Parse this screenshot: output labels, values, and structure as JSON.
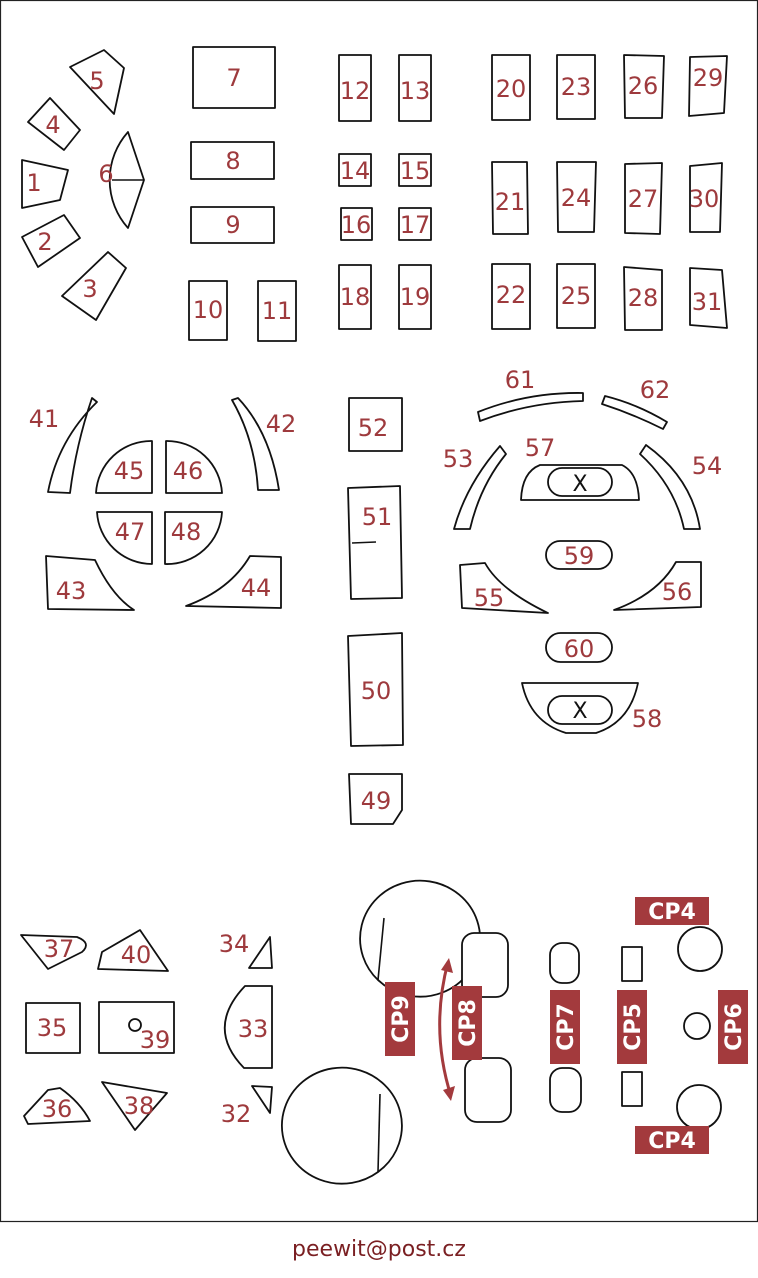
{
  "footer": "peewit@post.cz",
  "labels": {
    "p1": "1",
    "p2": "2",
    "p3": "3",
    "p4": "4",
    "p5": "5",
    "p6": "6",
    "p7": "7",
    "p8": "8",
    "p9": "9",
    "p10": "10",
    "p11": "11",
    "p12": "12",
    "p13": "13",
    "p14": "14",
    "p15": "15",
    "p16": "16",
    "p17": "17",
    "p18": "18",
    "p19": "19",
    "p20": "20",
    "p21": "21",
    "p22": "22",
    "p23": "23",
    "p24": "24",
    "p25": "25",
    "p26": "26",
    "p27": "27",
    "p28": "28",
    "p29": "29",
    "p30": "30",
    "p31": "31",
    "p32": "32",
    "p33": "33",
    "p34": "34",
    "p35": "35",
    "p36": "36",
    "p37": "37",
    "p38": "38",
    "p39": "39",
    "p40": "40",
    "p41": "41",
    "p42": "42",
    "p43": "43",
    "p44": "44",
    "p45": "45",
    "p46": "46",
    "p47": "47",
    "p48": "48",
    "p49": "49",
    "p50": "50",
    "p51": "51",
    "p52": "52",
    "p53": "53",
    "p54": "54",
    "p55": "55",
    "p56": "56",
    "p57": "57",
    "p58": "58",
    "p59": "59",
    "p60": "60",
    "p61": "61",
    "p62": "62"
  },
  "cutout_marks": [
    "X",
    "X"
  ],
  "cp_labels": {
    "cp4_top": "CP4",
    "cp4_bottom": "CP4",
    "cp5": "CP5",
    "cp6": "CP6",
    "cp7": "CP7",
    "cp8": "CP8",
    "cp9": "CP9"
  }
}
